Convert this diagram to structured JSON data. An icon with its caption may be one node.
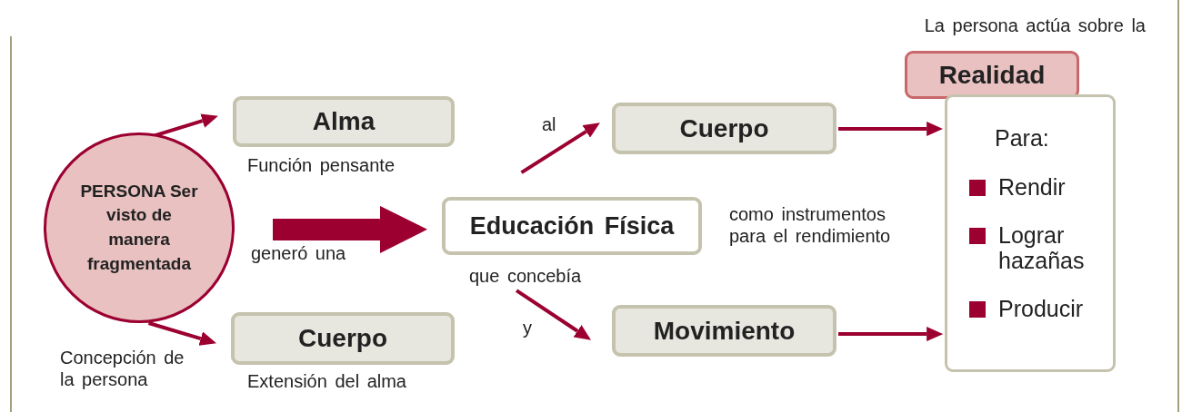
{
  "diagram": {
    "nodes": [
      {
        "text": [
          "PERSONA Ser visto de manera fragmentada"
        ],
        "beside": [
          "Concepción de la persona"
        ]
      },
      {
        "text": [
          "Alma"
        ],
        "beside": [
          "Función pensante"
        ]
      },
      {
        "text": [
          "Cuerpo"
        ],
        "beside": [
          "Extensión del alma"
        ]
      },
      {
        "text": [
          "Educación Física"
        ]
      },
      {
        "text": [
          "Cuerpo"
        ]
      },
      {
        "text": [
          "Movimiento"
        ]
      },
      {
        "text": [
          "Realidad"
        ],
        "beside": [
          "La persona actúa sobre la"
        ]
      },
      {
        "text": [
          "Para:",
          "Rendir",
          "Lograr hazañas",
          "Producir"
        ]
      }
    ],
    "edges": [
      {
        "from": 0,
        "to": 1,
        "arrow": "to"
      },
      {
        "from": 0,
        "to": 2,
        "arrow": "to"
      },
      {
        "from": 0,
        "to": 3,
        "arrow": "to",
        "label": "generó una",
        "style": "thick"
      },
      {
        "from": 3,
        "to": 4,
        "arrow": "to",
        "label": "al"
      },
      {
        "from": 3,
        "to": 5,
        "arrow": "to",
        "label": "y"
      },
      {
        "from": 4,
        "to": 7,
        "arrow": "to"
      },
      {
        "from": 5,
        "to": 7,
        "arrow": "to"
      }
    ],
    "labels": [
      "que concebía",
      "como instrumentos para el rendimiento"
    ]
  }
}
